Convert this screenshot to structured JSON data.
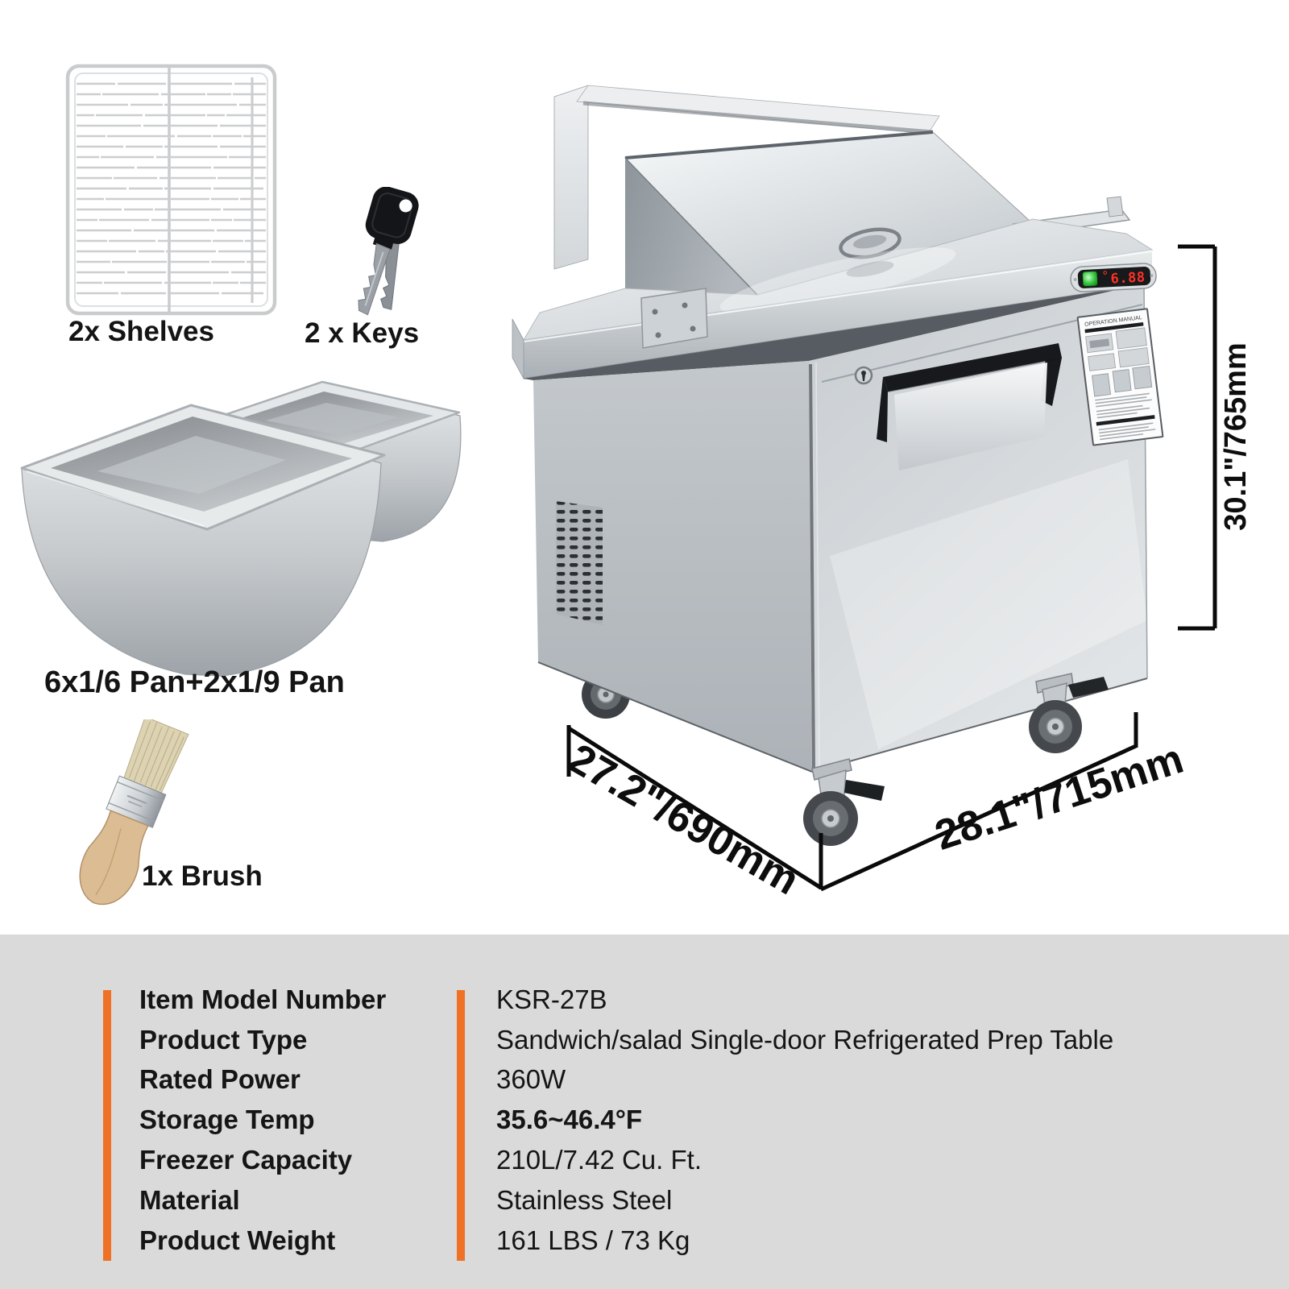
{
  "accessories": {
    "shelves": {
      "label": "2x Shelves"
    },
    "keys": {
      "label": "2 x Keys"
    },
    "pans": {
      "label": "6x1/6 Pan+2x1/9 Pan"
    },
    "brush": {
      "label": "1x Brush"
    }
  },
  "product_image": {
    "dimensions": {
      "height_label": "30.1\"/765mm",
      "depth_label": "27.2\"/690mm",
      "width_label": "28.1\"/715mm"
    },
    "controller": {
      "display_value": "6.88"
    },
    "door_sticker": {
      "title": "OPERATION MANUAL"
    }
  },
  "specs": {
    "rows": [
      {
        "label": "Item Model Number",
        "value": "KSR-27B"
      },
      {
        "label": "Product Type",
        "value": "Sandwich/salad Single-door Refrigerated Prep Table"
      },
      {
        "label": "Rated Power",
        "value": "360W"
      },
      {
        "label": "Storage Temp",
        "value": "35.6~46.4°F"
      },
      {
        "label": "Freezer Capacity",
        "value": "210L/7.42 Cu. Ft."
      },
      {
        "label": "Material",
        "value": "Stainless Steel"
      },
      {
        "label": "Product Weight",
        "value": "161 LBS / 73 Kg"
      }
    ]
  },
  "colors": {
    "accent_orange": "#EE7125",
    "panel_gray": "#DADADA",
    "led_red": "#FF3126",
    "power_green": "#35C43B",
    "steel_light": "#E8EBED",
    "steel_dark": "#9AA0A6"
  }
}
